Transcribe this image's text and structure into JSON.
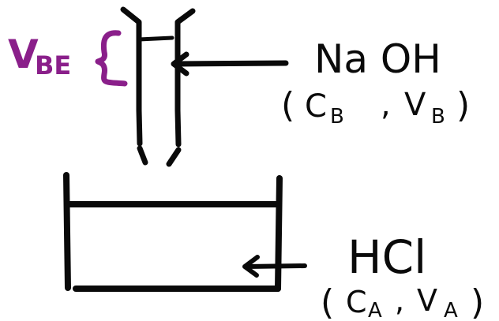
{
  "colors": {
    "ink": "#0a0a0a",
    "annotation_purple": "#8a1f8a",
    "background": "#ffffff"
  },
  "labels": {
    "endpoint_volume": "V",
    "endpoint_volume_subscript": "BE",
    "titrant_name": "Na OH",
    "titrant_params_open": "(",
    "titrant_c": "C",
    "titrant_c_sub": "B",
    "titrant_sep": ",",
    "titrant_v": "V",
    "titrant_v_sub": "B",
    "titrant_params_close": ")",
    "analyte_name": "HCl",
    "analyte_params_open": "(",
    "analyte_c": "C",
    "analyte_c_sub": "A",
    "analyte_sep": ",",
    "analyte_v": "V",
    "analyte_v_sub": "A",
    "analyte_params_close": ")"
  },
  "icons": {
    "burette": "burette-icon",
    "beaker": "beaker-icon",
    "brace": "curly-brace-icon"
  }
}
